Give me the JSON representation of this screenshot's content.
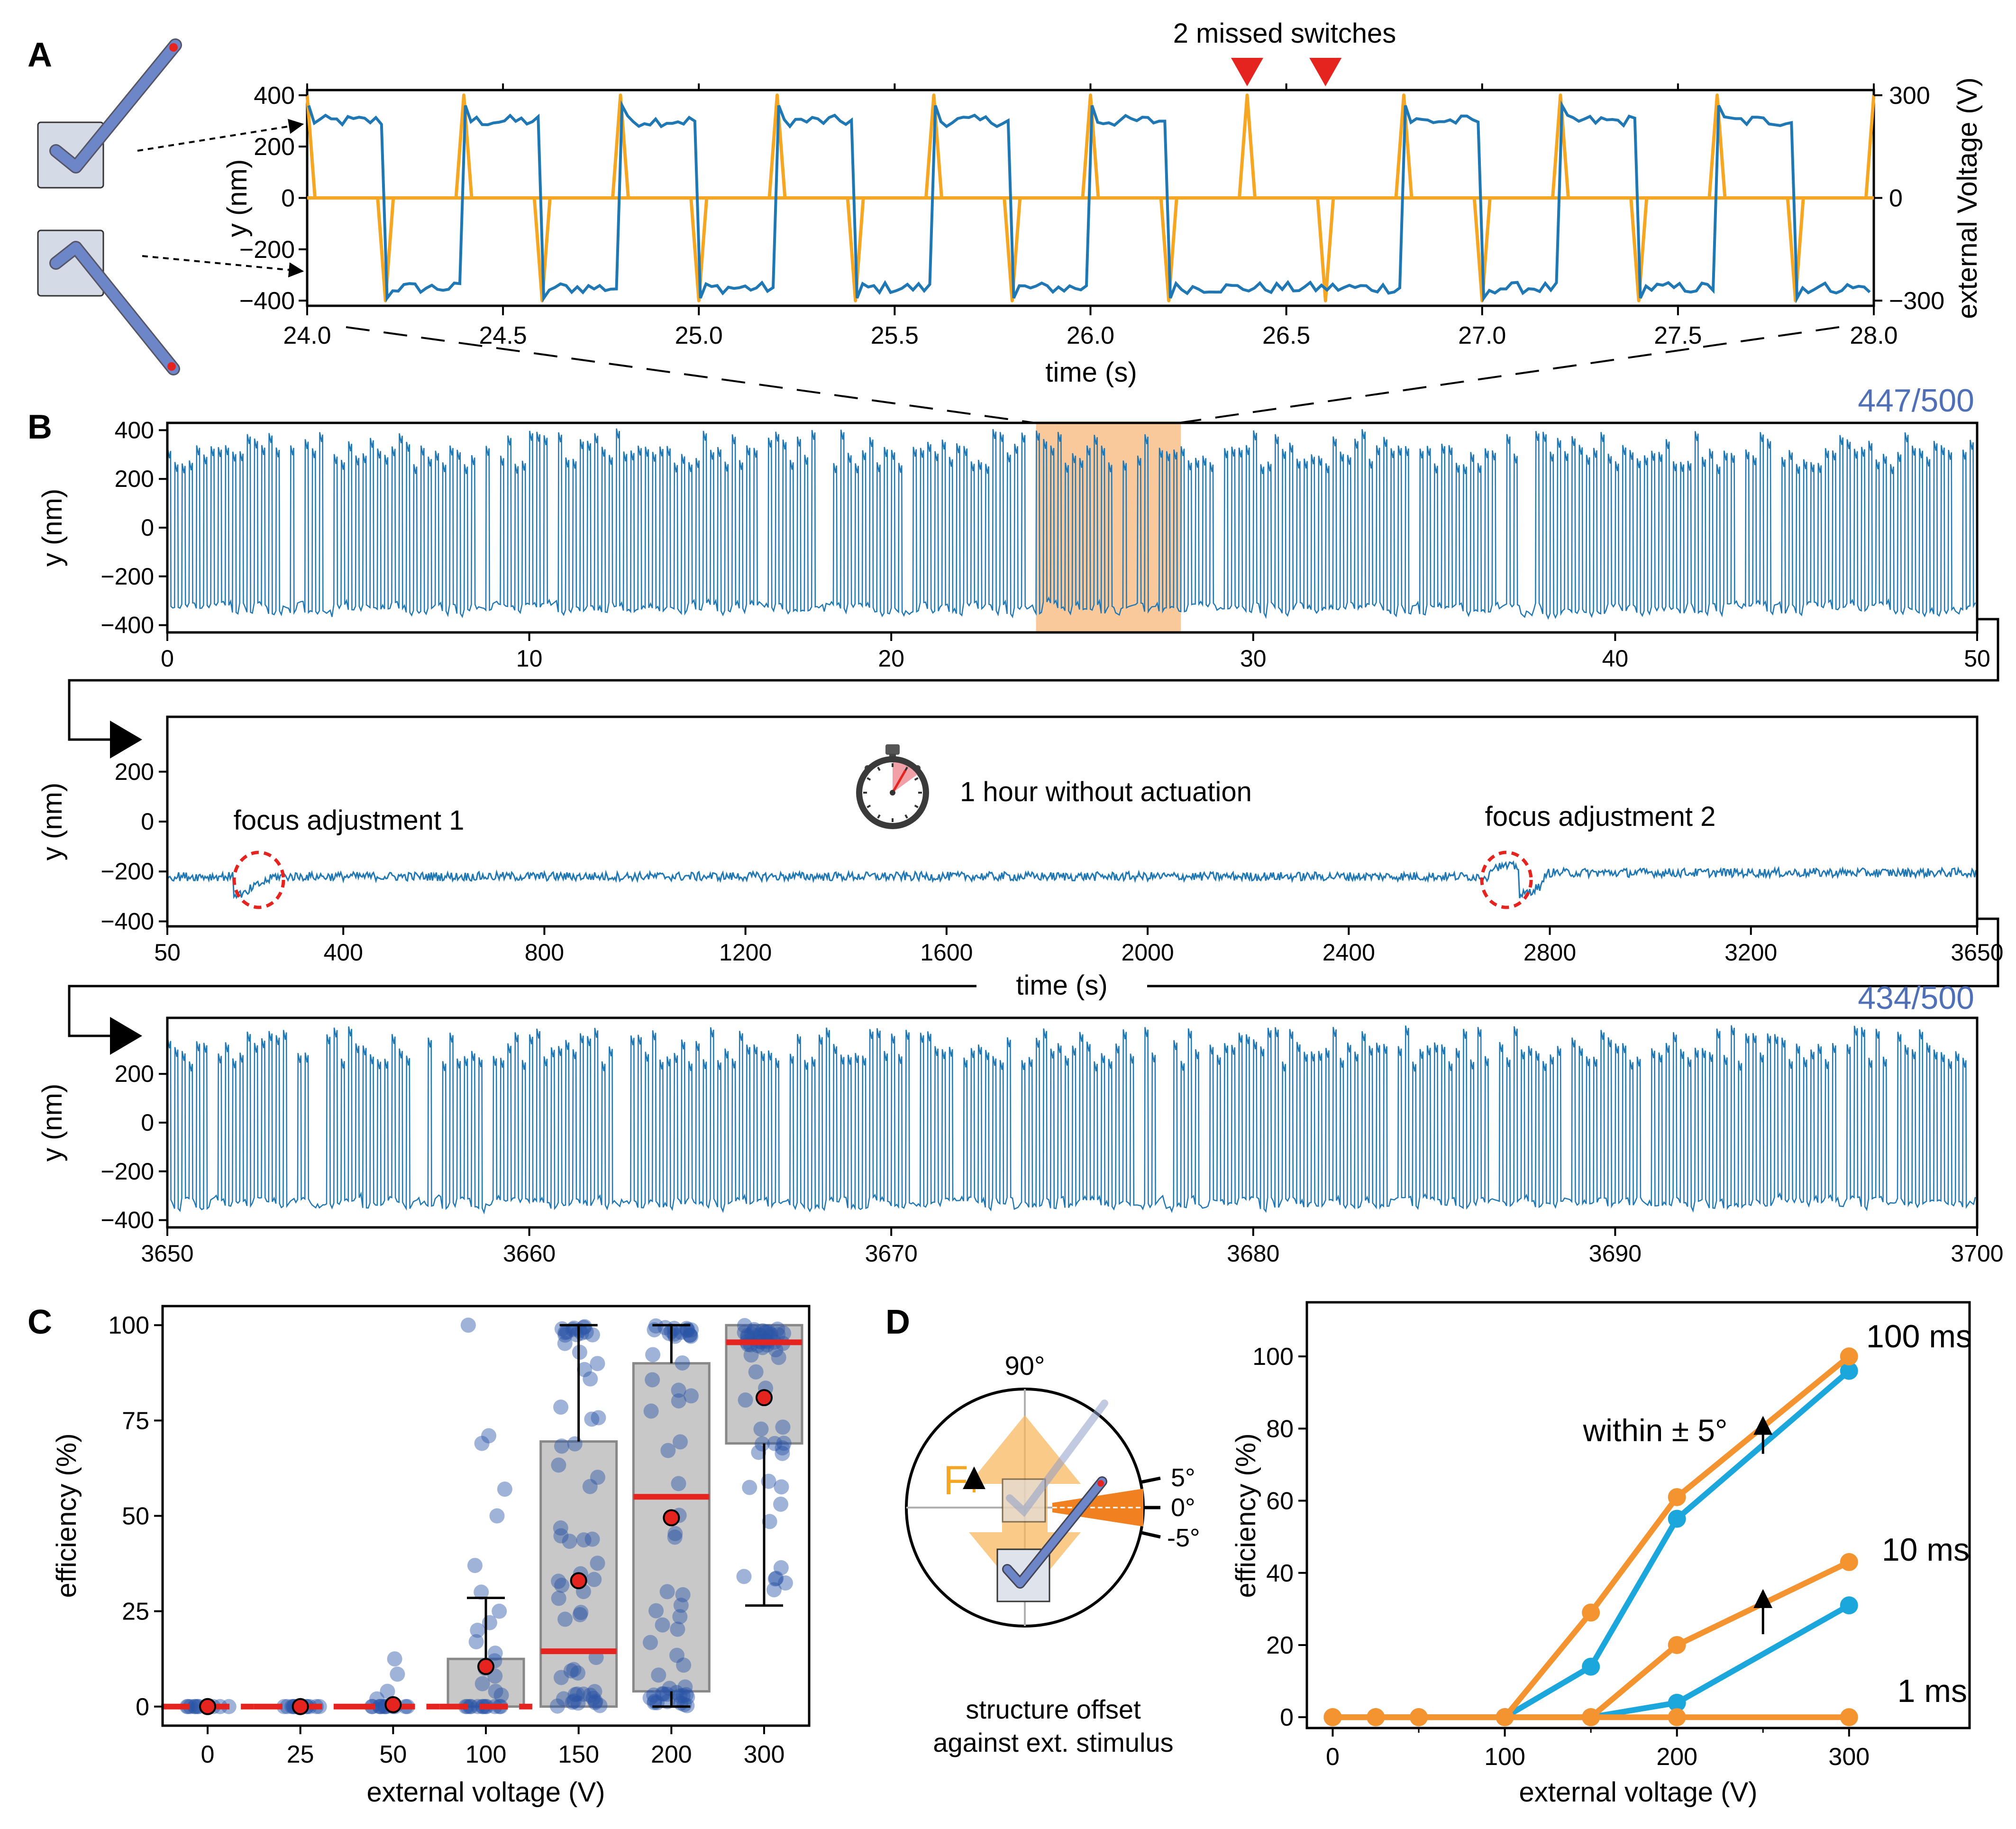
{
  "colors": {
    "trace_blue": "#1f77b4",
    "voltage_orange": "#f5a623",
    "efficiency_blue": "#1ca7dc",
    "efficiency_orange": "#f39430",
    "ratio_text": "#4f6fb6",
    "marker_red": "#e5231f",
    "highlight": "#f8c08a",
    "box_gray": "#c8c8c8",
    "dot_blue": "#2b55a6"
  },
  "panel_labels": {
    "a": "A",
    "b": "B",
    "c": "C",
    "d": "D"
  },
  "chart_data": [
    {
      "id": "A",
      "type": "line",
      "title": "",
      "xlabel": "time (s)",
      "ylabel": "y (nm)",
      "y2label": "external Voltage (V)",
      "xlim": [
        24.0,
        28.0
      ],
      "ylim": [
        -420,
        420
      ],
      "y2lim": [
        -315,
        315
      ],
      "xticks": [
        "24.0",
        "24.5",
        "25.0",
        "25.5",
        "26.0",
        "26.5",
        "27.0",
        "27.5",
        "28.0"
      ],
      "yticks": [
        "400",
        "200",
        "0",
        "-200",
        "-400"
      ],
      "y2ticks": [
        "300",
        "0",
        "-300"
      ],
      "annotation": "2 missed switches",
      "missed_switch_times": [
        26.4,
        26.6
      ],
      "pulse_period_s": 0.2,
      "pulse_amplitude_v": 300,
      "pulse_width_s": 0.02,
      "y_levels_nm": [
        300,
        -350
      ],
      "missed_pulse_indices": [
        12,
        13
      ],
      "series": [
        {
          "name": "",
          "kind": "position",
          "color_key": "trace_blue"
        },
        {
          "name": "",
          "kind": "voltage",
          "color_key": "voltage_orange"
        }
      ]
    },
    {
      "id": "B1",
      "type": "line",
      "xlim": [
        0,
        50
      ],
      "ylim": [
        -430,
        430
      ],
      "xticks": [
        "0",
        "10",
        "20",
        "30",
        "40",
        "50"
      ],
      "yticks": [
        "400",
        "200",
        "0",
        "-200",
        "-400"
      ],
      "ylabel": "y (nm)",
      "ratio": "447/500",
      "highlight_x": [
        24,
        28
      ],
      "switch_period_s": 0.2,
      "y_levels_nm": [
        300,
        -330
      ]
    },
    {
      "id": "B2",
      "type": "line",
      "xlim": [
        50,
        3650
      ],
      "ylim": [
        -420,
        420
      ],
      "xticks": [
        "50",
        "400",
        "800",
        "1200",
        "1600",
        "2000",
        "2400",
        "2800",
        "3200",
        "3650"
      ],
      "yticks": [
        "200",
        "0",
        "-200",
        "-400"
      ],
      "ylabel": "y (nm)",
      "xlabel": "time (s)",
      "stopwatch_text": "1 hour without actuation",
      "annotations": [
        {
          "text": "focus adjustment 1",
          "x": 220,
          "y": -200
        },
        {
          "text": "focus adjustment 2",
          "x": 2740,
          "y": -200
        }
      ],
      "baseline_nm": -220
    },
    {
      "id": "B3",
      "type": "line",
      "xlim": [
        3650,
        3700
      ],
      "ylim": [
        -430,
        430
      ],
      "xticks": [
        "3650",
        "3660",
        "3670",
        "3680",
        "3690",
        "3700"
      ],
      "yticks": [
        "200",
        "0",
        "-200",
        "-400"
      ],
      "ylabel": "y (nm)",
      "ratio": "434/500",
      "switch_period_s": 0.2,
      "y_levels_nm": [
        290,
        -330
      ]
    },
    {
      "id": "C",
      "type": "box",
      "xlabel": "external voltage (V)",
      "ylabel": "efficiency (%)",
      "ylim": [
        -5,
        105
      ],
      "categories": [
        "0",
        "25",
        "50",
        "100",
        "150",
        "200",
        "300"
      ],
      "yticks": [
        "0",
        "25",
        "50",
        "75",
        "100"
      ],
      "boxes": [
        {
          "q1": 0,
          "q3": 0,
          "median": 0,
          "mean": 0,
          "whisker_low": 0,
          "whisker_high": 0
        },
        {
          "q1": 0,
          "q3": 0,
          "median": 0,
          "mean": 0,
          "whisker_low": 0,
          "whisker_high": 0
        },
        {
          "q1": 0,
          "q3": 0,
          "median": 0,
          "mean": 0.5,
          "whisker_low": 0,
          "whisker_high": 0
        },
        {
          "q1": 0,
          "q3": 12.5,
          "median": 0,
          "mean": 10.5,
          "whisker_low": 0,
          "whisker_high": 28.5
        },
        {
          "q1": 0,
          "q3": 69.5,
          "median": 14.5,
          "mean": 33,
          "whisker_low": 0,
          "whisker_high": 100
        },
        {
          "q1": 4,
          "q3": 90,
          "median": 55,
          "mean": 49.5,
          "whisker_low": 0,
          "whisker_high": 100
        },
        {
          "q1": 69,
          "q3": 100,
          "median": 95.5,
          "mean": 81,
          "whisker_low": 26.5,
          "whisker_high": 100
        }
      ]
    },
    {
      "id": "D",
      "type": "line",
      "xlabel": "external voltage (V)",
      "ylabel": "efficiency (%)",
      "xlim": [
        -15,
        370
      ],
      "ylim": [
        -3,
        115
      ],
      "xticks": [
        "0",
        "100",
        "200",
        "300"
      ],
      "yticks": [
        "0",
        "20",
        "40",
        "60",
        "80",
        "100"
      ],
      "x": [
        0,
        25,
        50,
        100,
        150,
        200,
        300
      ],
      "series": [
        {
          "name": "",
          "label": "100 ms",
          "group": "100 ms",
          "color_key": "efficiency_blue",
          "values": [
            0,
            0,
            0,
            0,
            14,
            55,
            96
          ]
        },
        {
          "name": "",
          "label": "100 ms",
          "group": "100 ms",
          "color_key": "efficiency_orange",
          "values": [
            0,
            0,
            0,
            0,
            29,
            61,
            100
          ]
        },
        {
          "name": "",
          "label": "10 ms",
          "group": "10 ms",
          "color_key": "efficiency_blue",
          "values": [
            0,
            0,
            0,
            0,
            0,
            4,
            31
          ]
        },
        {
          "name": "",
          "label": "10 ms",
          "group": "10 ms",
          "color_key": "efficiency_orange",
          "values": [
            0,
            0,
            0,
            0,
            0,
            20,
            43
          ]
        },
        {
          "name": "",
          "label": "1 ms",
          "group": "1 ms",
          "color_key": "efficiency_orange",
          "values": [
            0,
            0,
            0,
            0,
            0,
            0,
            0
          ]
        }
      ],
      "series_labels": [
        "100 ms",
        "10 ms",
        "1 ms"
      ],
      "annotation": "within ± 5°",
      "inset": {
        "angle_top": "90°",
        "angle_labels": [
          "5°",
          "0°",
          "-5°"
        ],
        "force_label": "F",
        "caption_line1": "structure offset",
        "caption_line2": "against ext. stimulus"
      }
    }
  ]
}
